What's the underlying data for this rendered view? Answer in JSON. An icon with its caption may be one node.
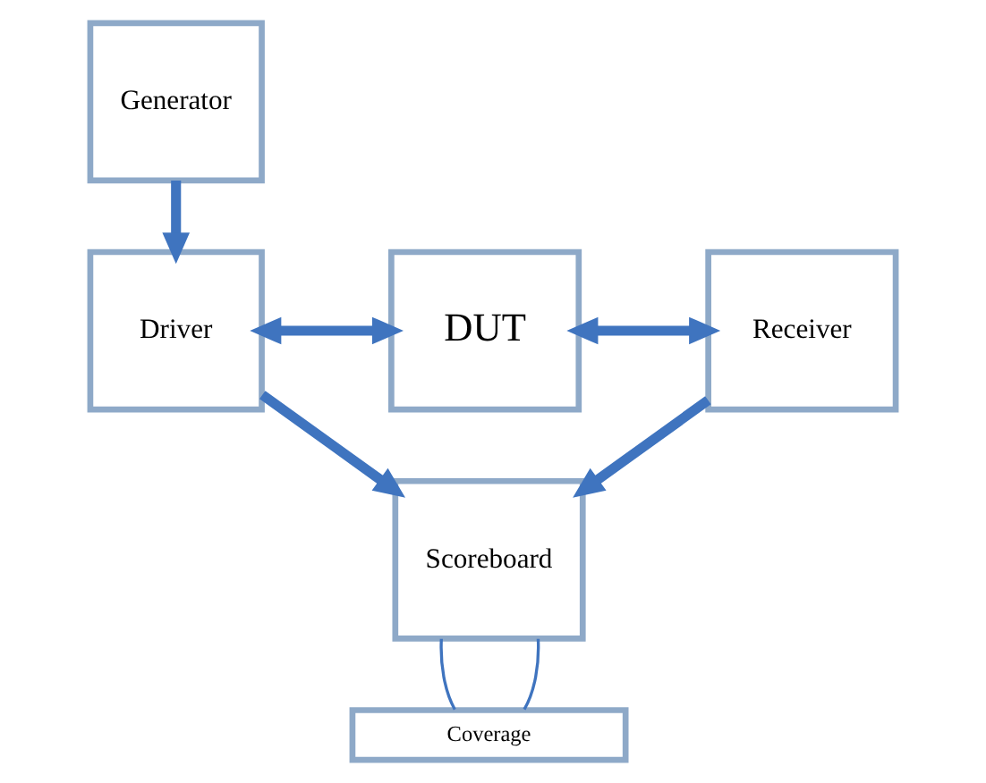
{
  "diagram": {
    "nodes": [
      {
        "text": [
          "Generator"
        ]
      },
      {
        "text": [
          "Driver"
        ]
      },
      {
        "text": [
          "DUT"
        ]
      },
      {
        "text": [
          "Receiver"
        ]
      },
      {
        "text": [
          "Scoreboard"
        ]
      },
      {
        "text": [
          "Coverage"
        ]
      }
    ],
    "edges": [
      {
        "from": 0,
        "to": 1,
        "arrow": "to"
      },
      {
        "from": 1,
        "to": 2,
        "arrow": "both"
      },
      {
        "from": 2,
        "to": 3,
        "arrow": "both"
      },
      {
        "from": 1,
        "to": 4,
        "arrow": "to"
      },
      {
        "from": 3,
        "to": 4,
        "arrow": "to"
      },
      {
        "from": 4,
        "to": 5,
        "arrow": "none"
      },
      {
        "from": 4,
        "to": 5,
        "arrow": "none"
      }
    ]
  }
}
